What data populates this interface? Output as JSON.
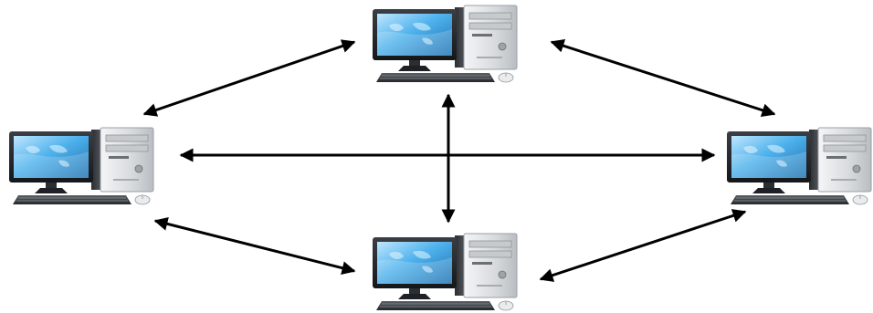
{
  "diagram": {
    "type": "peer-to-peer network",
    "nodes": [
      {
        "id": "top",
        "icon": "desktop-computer-icon"
      },
      {
        "id": "left",
        "icon": "desktop-computer-icon"
      },
      {
        "id": "right",
        "icon": "desktop-computer-icon"
      },
      {
        "id": "bottom",
        "icon": "desktop-computer-icon"
      }
    ],
    "links": [
      {
        "from": "top",
        "to": "left",
        "direction": "both"
      },
      {
        "from": "top",
        "to": "right",
        "direction": "both"
      },
      {
        "from": "top",
        "to": "bottom",
        "direction": "both"
      },
      {
        "from": "left",
        "to": "right",
        "direction": "both"
      },
      {
        "from": "left",
        "to": "bottom",
        "direction": "both"
      },
      {
        "from": "right",
        "to": "bottom",
        "direction": "both"
      }
    ],
    "colors": {
      "arrow": "#000000",
      "screen": "#3a9bd8",
      "tower": "#d9dcdf"
    }
  }
}
